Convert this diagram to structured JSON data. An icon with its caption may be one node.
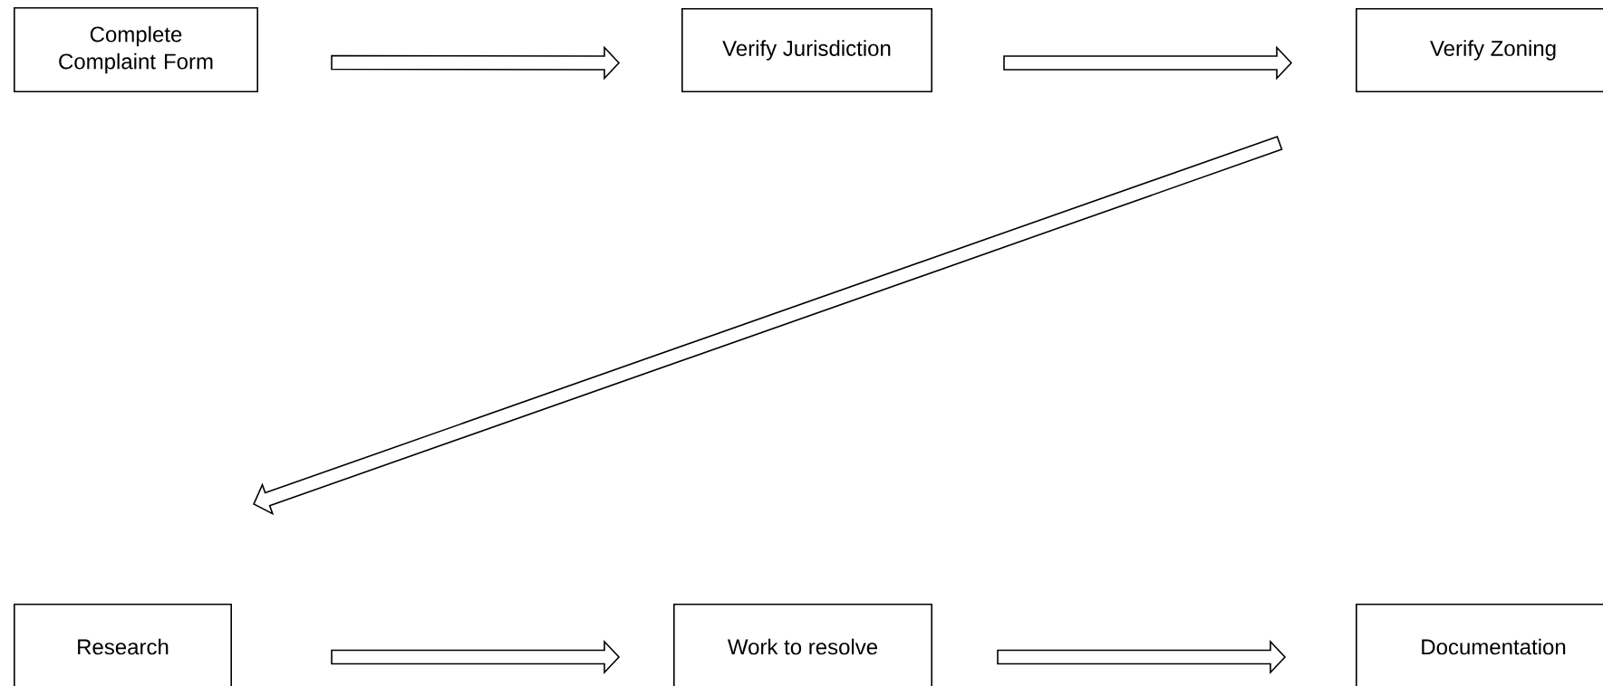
{
  "diagram": {
    "nodes": [
      {
        "text": [
          "Complete Complaint Form"
        ]
      },
      {
        "text": [
          "Verify Jurisdiction"
        ]
      },
      {
        "text": [
          "Verify Zoning"
        ]
      },
      {
        "text": [
          "Research"
        ]
      },
      {
        "text": [
          "Work to resolve"
        ]
      },
      {
        "text": [
          "Documentation"
        ]
      }
    ],
    "edges": [
      {
        "from": 0,
        "to": 1,
        "arrow": "to"
      },
      {
        "from": 1,
        "to": 2,
        "arrow": "to"
      },
      {
        "from": 2,
        "to": 3,
        "arrow": "to"
      },
      {
        "from": 3,
        "to": 4,
        "arrow": "to"
      },
      {
        "from": 4,
        "to": 5,
        "arrow": "to"
      }
    ]
  }
}
